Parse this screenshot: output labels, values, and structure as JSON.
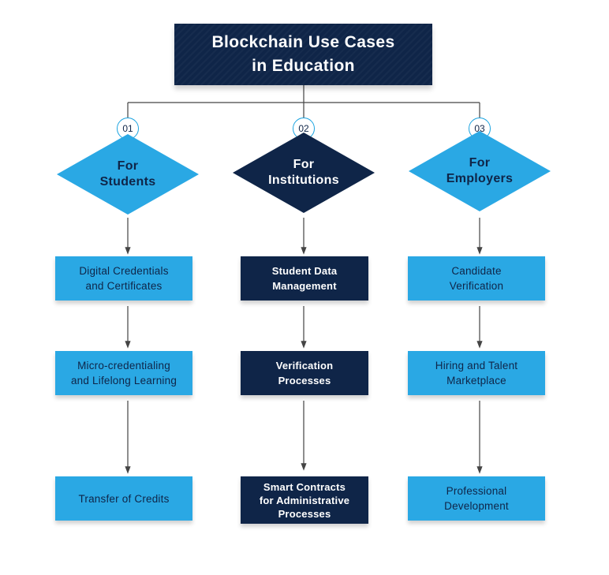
{
  "title": {
    "line1": "Blockchain Use Cases",
    "line2": "in Education"
  },
  "colors": {
    "navy": "#0f2548",
    "blue": "#2aa8e4",
    "connector": "#444444"
  },
  "columns": [
    {
      "number": "01",
      "heading": {
        "line1": "For",
        "line2": "Students"
      },
      "style": "light",
      "items": [
        {
          "line1": "Digital Credentials",
          "line2": "and Certificates"
        },
        {
          "line1": "Micro-credentialing",
          "line2": "and Lifelong Learning"
        },
        {
          "line1": "Transfer of Credits",
          "line2": ""
        }
      ]
    },
    {
      "number": "02",
      "heading": {
        "line1": "For",
        "line2": "Institutions"
      },
      "style": "dark",
      "items": [
        {
          "line1": "Student Data",
          "line2": "Management"
        },
        {
          "line1": "Verification",
          "line2": "Processes"
        },
        {
          "line1": "Smart Contracts",
          "line2": "for Administrative",
          "line3": "Processes"
        }
      ]
    },
    {
      "number": "03",
      "heading": {
        "line1": "For",
        "line2": "Employers"
      },
      "style": "light",
      "items": [
        {
          "line1": "Candidate",
          "line2": "Verification"
        },
        {
          "line1": "Hiring and Talent",
          "line2": "Marketplace"
        },
        {
          "line1": "Professional",
          "line2": "Development"
        }
      ]
    }
  ]
}
